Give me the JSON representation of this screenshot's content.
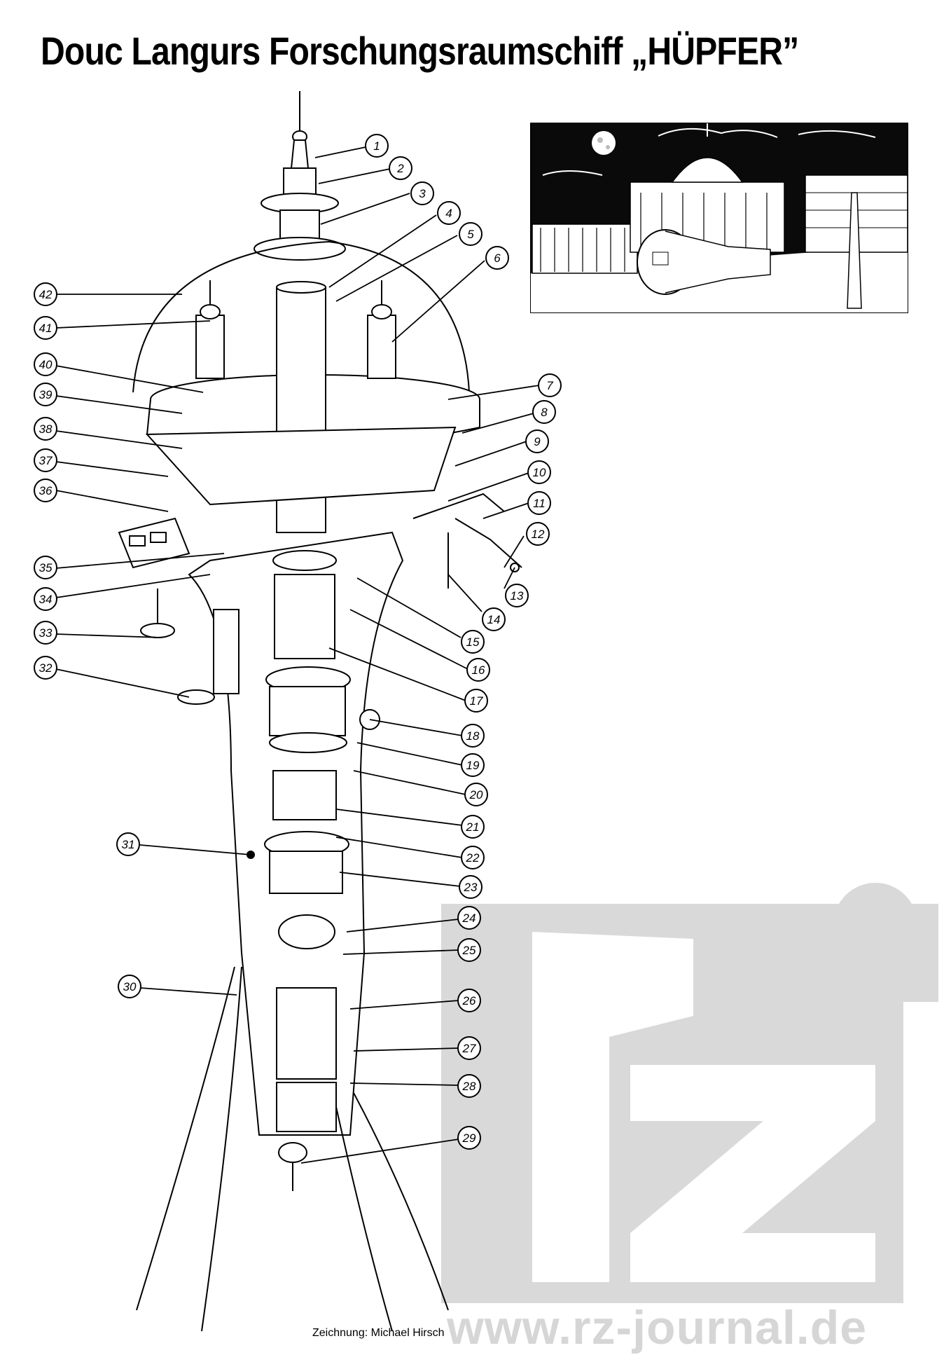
{
  "title": "Douc Langurs Forschungsraumschiff „HÜPFER”",
  "credit": "Zeichnung: Michael Hirsch",
  "watermark": {
    "url": "www.rz-journal.de",
    "logo_name": "rz logo",
    "color": "#d6d6d6"
  },
  "callouts_right": [
    "1",
    "2",
    "3",
    "4",
    "5",
    "6",
    "7",
    "8",
    "9",
    "10",
    "11",
    "12",
    "13",
    "14",
    "15",
    "16",
    "17",
    "18",
    "19",
    "20",
    "21",
    "22",
    "23",
    "24",
    "25",
    "26",
    "27",
    "28",
    "29"
  ],
  "callouts_left": [
    "30",
    "31",
    "32",
    "33",
    "34",
    "35",
    "36",
    "37",
    "38",
    "39",
    "40",
    "41",
    "42"
  ],
  "inset": {
    "name": "scene-ship-on-plaza",
    "background": "#0a0a0a"
  }
}
